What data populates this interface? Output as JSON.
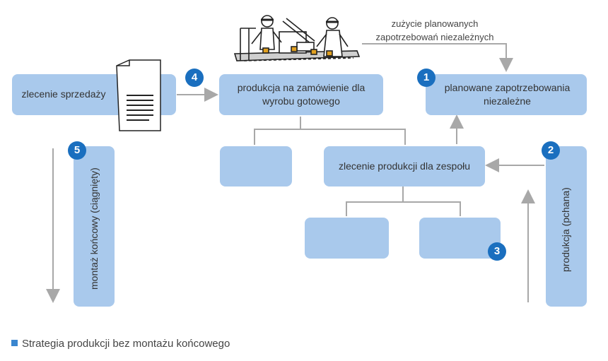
{
  "nodes": {
    "sales_order": "zlecenie sprzedaży",
    "make_to_order": "produkcja na zamówienie dla wyrobu gotowego",
    "planned_independent": "planowane zapotrzebowania niezależne",
    "assembly_order": "zlecenie produkcji dla zespołu",
    "final_assembly": "montaż końcowy (ciągnięty)",
    "push_production": "produkcja (pchana)"
  },
  "annotation": "zużycie planowanych zapotrzebowań niezależnych",
  "badges": {
    "b1": "1",
    "b2": "2",
    "b3": "3",
    "b4": "4",
    "b5": "5"
  },
  "caption": "Strategia produkcji bez montażu końcowego",
  "colors": {
    "box": "#a9c9ec",
    "badge": "#1a6fbf",
    "arrow": "#aaaaaa"
  }
}
